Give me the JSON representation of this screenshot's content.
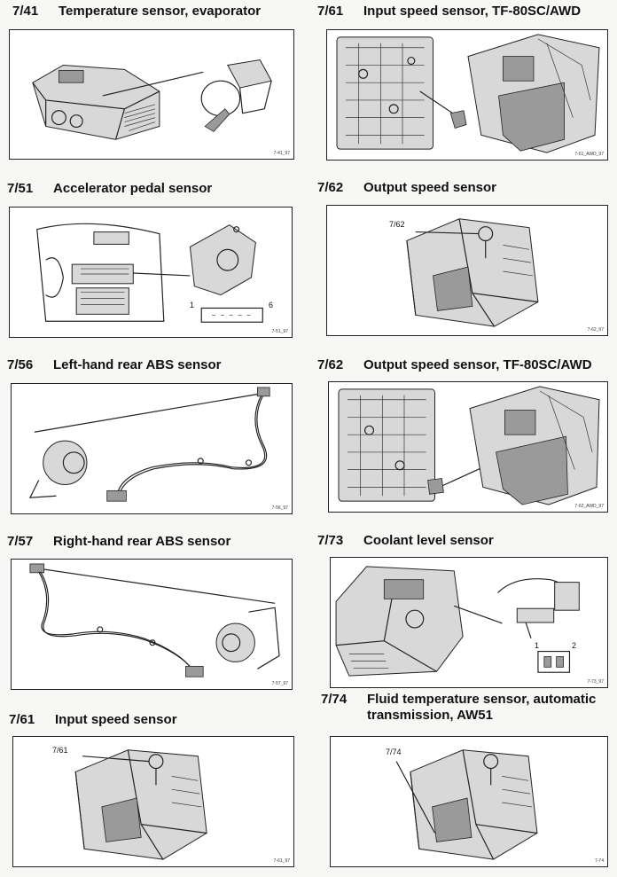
{
  "entries": [
    {
      "code": "7/41",
      "title": "Temperature sensor, evaporator",
      "figref": "7-41_97"
    },
    {
      "code": "7/61",
      "title": "Input speed sensor, TF-80SC/AWD",
      "figref": "7-61_AWD_97"
    },
    {
      "code": "7/51",
      "title": "Accelerator pedal sensor",
      "figref": "7-51_97",
      "pins": [
        "1",
        "6"
      ]
    },
    {
      "code": "7/62",
      "title": "Output speed sensor",
      "figref": "7-62_97",
      "callout": "7/62"
    },
    {
      "code": "7/56",
      "title": "Left-hand rear ABS sensor",
      "figref": "7-56_97"
    },
    {
      "code": "7/62",
      "title": "Output speed sensor, TF-80SC/AWD",
      "figref": "7-62_AWD_97"
    },
    {
      "code": "7/57",
      "title": "Right-hand rear ABS sensor",
      "figref": "7-57_97"
    },
    {
      "code": "7/73",
      "title": "Coolant level sensor",
      "figref": "7-73_97",
      "pins": [
        "1",
        "2"
      ]
    },
    {
      "code": "7/61",
      "title": "Input speed sensor",
      "figref": "7-61_97",
      "callout": "7/61"
    },
    {
      "code": "7/74",
      "title": "Fluid temperature sensor, automatic transmission, AW51",
      "figref": "7-74",
      "callout": "7/74"
    }
  ]
}
